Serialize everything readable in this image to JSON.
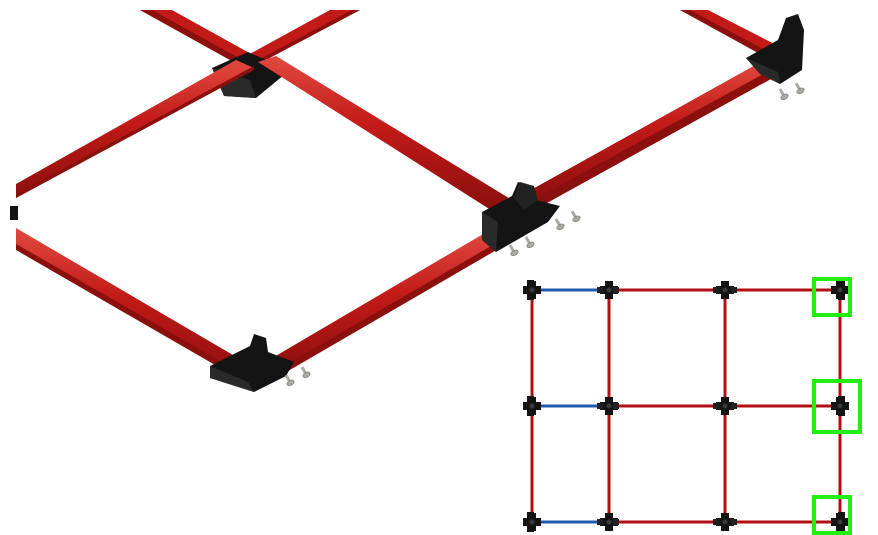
{
  "colors": {
    "background": "#ffffff",
    "extrusion": "#c21a17",
    "extrusion_dark": "#8a0f0d",
    "extrusion_highlight": "#e04a3f",
    "bracket": "#141414",
    "bracket_face": "#2a2a2a",
    "screw": "#a9aaa2",
    "plan_red": "#b30f12",
    "plan_blue": "#1e5aa8",
    "highlight_box": "#22ee11"
  },
  "views": {
    "isometric": {
      "description_name": "isometric-frame-view",
      "members": [
        "rail-back-left",
        "rail-cross-top",
        "rail-front-left",
        "rail-front-right",
        "rail-diagonal",
        "rail-far-right"
      ],
      "brackets": [
        "bracket-cross-top",
        "bracket-mid-right",
        "bracket-front-corner",
        "bracket-far-right"
      ],
      "screw_groups": 3
    },
    "plan": {
      "description_name": "top-plan-view",
      "grid_columns": 4,
      "grid_rows": 3,
      "blue_segments": 3,
      "highlighted_corners": 3
    }
  }
}
